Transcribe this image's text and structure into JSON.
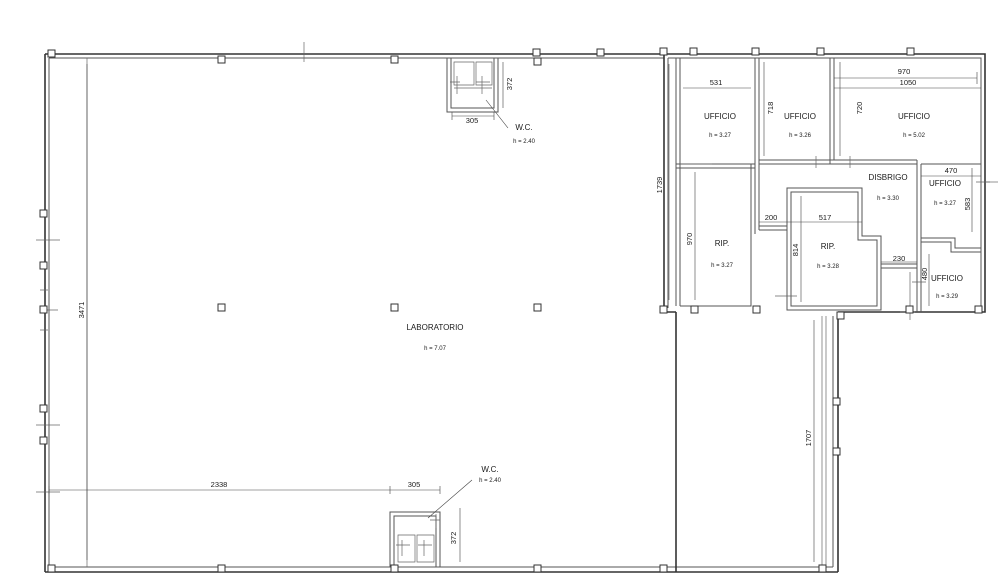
{
  "rooms": {
    "laboratorio": {
      "name": "LABORATORIO",
      "height": "h = 7.07"
    },
    "wc_top": {
      "name": "W.C.",
      "height": "h = 2.40"
    },
    "wc_bottom": {
      "name": "W.C.",
      "height": "h = 2.40"
    },
    "ufficio_1": {
      "name": "UFFICIO",
      "height": "h = 3.27"
    },
    "ufficio_2": {
      "name": "UFFICIO",
      "height": "h = 3.26"
    },
    "ufficio_3": {
      "name": "UFFICIO",
      "height": "h = 5.02"
    },
    "ufficio_4": {
      "name": "UFFICIO",
      "height": "h = 3.27"
    },
    "ufficio_5": {
      "name": "UFFICIO",
      "height": "h = 3.29"
    },
    "disbrigo": {
      "name": "DISBRIGO",
      "height": "h = 3.30"
    },
    "rip_1": {
      "name": "RIP.",
      "height": "h = 3.27"
    },
    "rip_2": {
      "name": "RIP.",
      "height": "h = 3.28"
    }
  },
  "dimensions": {
    "d531": "531",
    "d718": "718",
    "d720": "720",
    "d970_top": "970",
    "d1050": "1050",
    "d470": "470",
    "d583": "583",
    "d1739": "1739",
    "d970_left": "970",
    "d200": "200",
    "d517": "517",
    "d814": "814",
    "d230": "230",
    "d480": "480",
    "d1707": "1707",
    "d3471": "3471",
    "d2338": "2338",
    "d305_top": "305",
    "d305_bottom": "305",
    "d372_top": "372",
    "d372_bottom": "372"
  }
}
